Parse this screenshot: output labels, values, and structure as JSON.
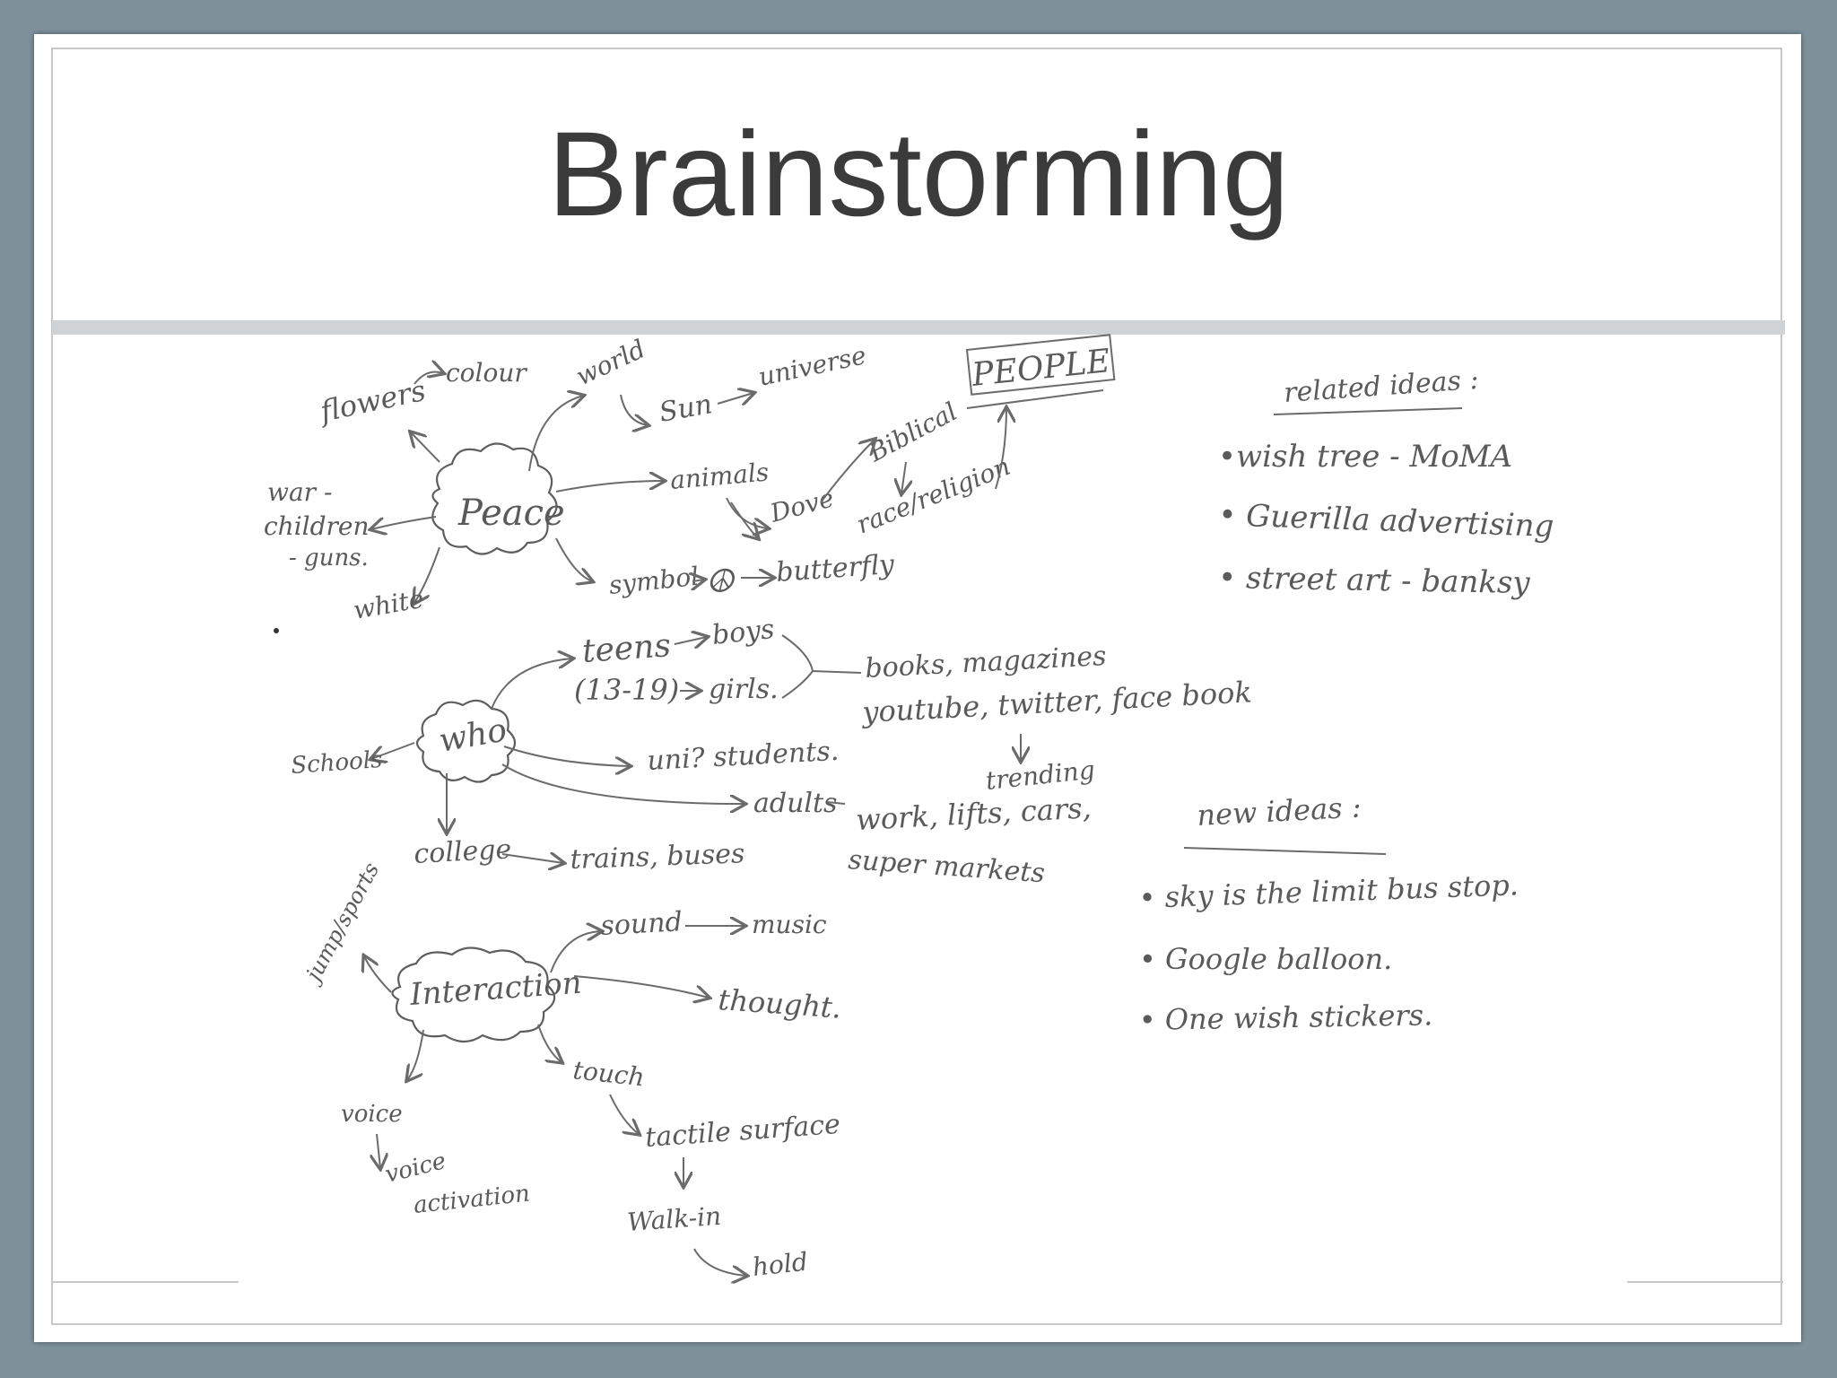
{
  "slide": {
    "title": "Brainstorming"
  },
  "mindmap": {
    "peace": {
      "center": "Peace",
      "flowers": "flowers",
      "colour": "colour",
      "world": "world",
      "sun": "Sun",
      "universe": "universe",
      "people": "PEOPLE",
      "biblical": "Biblical",
      "animals": "animals",
      "dove": "Dove",
      "race_religion": "race/religion",
      "butterfly": "butterfly",
      "symbol": "symbol",
      "peace_symbol": "☮",
      "war_children": [
        "war -",
        "children",
        "- guns."
      ],
      "white": "white"
    },
    "who": {
      "center": "who",
      "teens": "teens",
      "teens_age": "(13-19)",
      "boys": "boys",
      "girls": "girls.",
      "media_line1": "books, magazines",
      "media_line2": "youtube, twitter, face book",
      "trending": "trending",
      "schools": "Schools",
      "uni_students": "uni? students.",
      "adults": "adults",
      "work": "work, lifts, cars,",
      "supermarkets": "super markets",
      "college": "college",
      "trains_buses": "trains, buses"
    },
    "interaction": {
      "center": "Interaction",
      "sound": "sound",
      "music": "music",
      "thought": "thought.",
      "jump": "jump/sports",
      "touch": "touch",
      "tactile": "tactile surface",
      "walk_in": "Walk-in",
      "hold": "hold",
      "voice": "voice",
      "voice_activation": [
        "voice",
        "activation"
      ]
    },
    "related": {
      "heading": "related ideas :",
      "items": [
        "•wish tree - MoMA",
        "• Guerilla advertising",
        "• street art - banksy"
      ]
    },
    "new_ideas": {
      "heading": "new ideas :",
      "items": [
        "• sky is the limit bus stop.",
        "• Google balloon.",
        "• One wish stickers."
      ]
    }
  }
}
